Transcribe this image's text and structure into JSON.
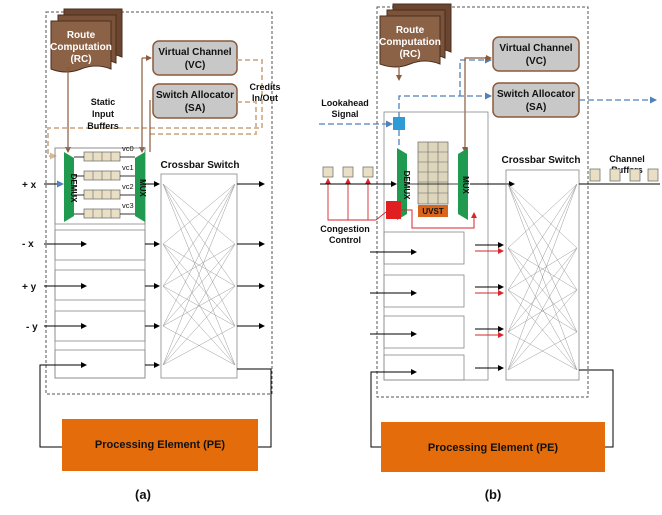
{
  "colors": {
    "route_box": "#8c6246",
    "route_box_dark": "#6b4530",
    "vc_sa_fill": "#c8c8c8",
    "orange": "#e46c0a",
    "green": "#1f9a50",
    "buffer": "#e8dfc4",
    "buffer_grid": "#ddd6bd",
    "blue_dash": "#4f81bd",
    "cyan": "#2e9bd6",
    "red": "#d9262b",
    "credits": "#d8b89a",
    "uvst": "#d9651c"
  },
  "panel_a": {
    "route": [
      "Route",
      "Computation",
      "(RC)"
    ],
    "vc": [
      "Virtual Channel",
      "(VC)"
    ],
    "sa": [
      "Switch Allocator",
      "(SA)"
    ],
    "credits": [
      "Credits",
      "In/Out"
    ],
    "static_buffers": [
      "Static",
      "Input",
      "Buffers"
    ],
    "vc_labels": [
      "vc0",
      "vc1",
      "vc2",
      "vc3"
    ],
    "demux": "DEMUX",
    "mux": "MUX",
    "crossbar": "Crossbar Switch",
    "ports": [
      "+ x",
      "- x",
      "+ y",
      "- y"
    ],
    "pe": "Processing Element (PE)",
    "caption": "(a)"
  },
  "panel_b": {
    "route": [
      "Route",
      "Computation",
      "(RC)"
    ],
    "vc": [
      "Virtual Channel",
      "(VC)"
    ],
    "sa": [
      "Switch Allocator",
      "(SA)"
    ],
    "lookahead": [
      "Lookahead",
      "Signal"
    ],
    "demux": "DEMUX",
    "mux": "MUX",
    "uvst": "UVST",
    "crossbar": "Crossbar Switch",
    "channel_buffers": [
      "Channel",
      "Buffers"
    ],
    "congestion": [
      "Congestion",
      "Control"
    ],
    "pe": "Processing Element (PE)",
    "caption": "(b)"
  }
}
